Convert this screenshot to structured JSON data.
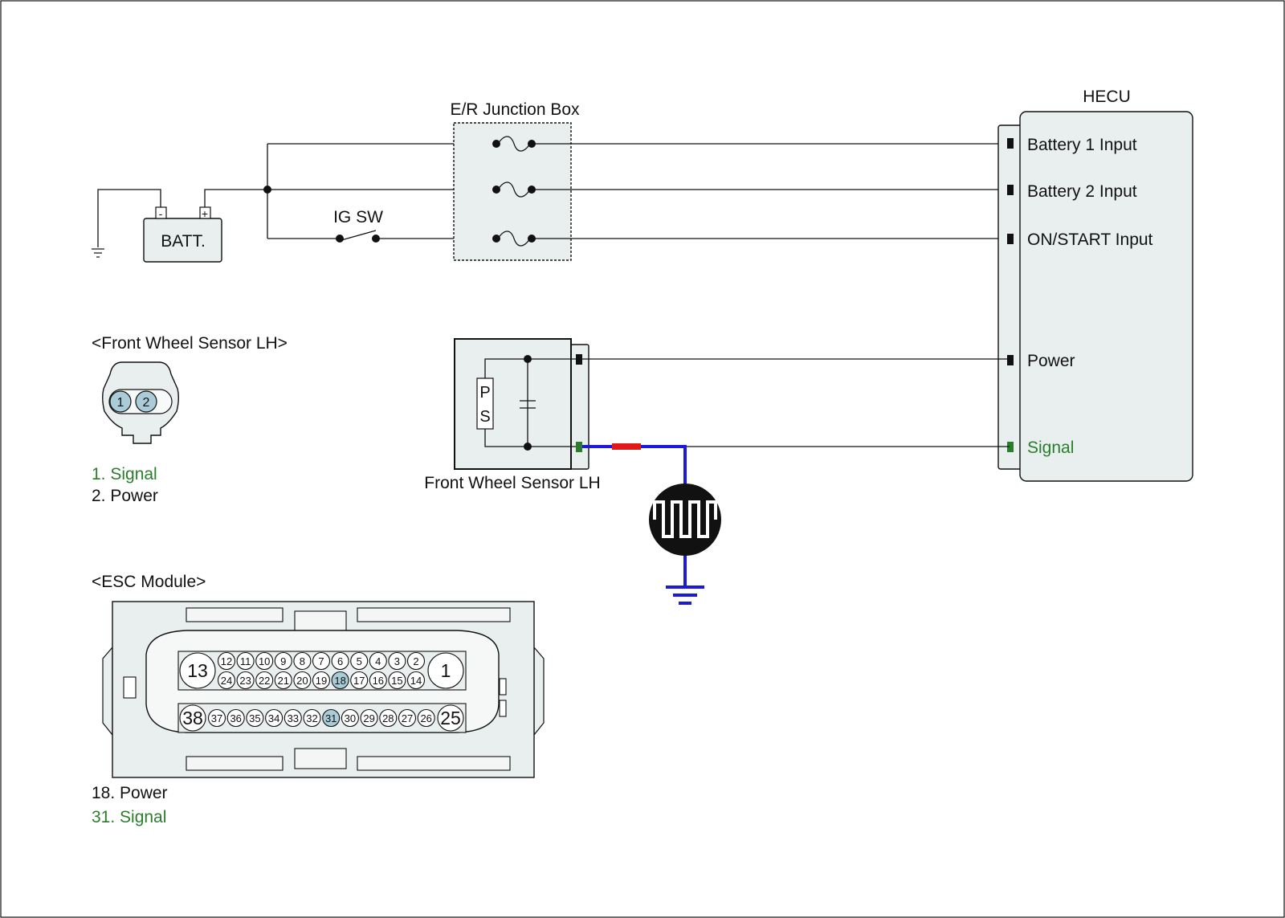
{
  "junction_box": {
    "title": "E/R Junction Box"
  },
  "hecu": {
    "title": "HECU",
    "pins": {
      "battery1": "Battery 1 Input",
      "battery2": "Battery 2 Input",
      "on_start": "ON/START Input",
      "power": "Power",
      "signal": "Signal"
    }
  },
  "battery": {
    "label": "BATT.",
    "neg": "-",
    "pos": "+"
  },
  "ig_switch": {
    "label": "IG SW"
  },
  "sensor": {
    "label": "Front Wheel Sensor LH",
    "element_p": "P",
    "element_s": "S"
  },
  "sensor_connector": {
    "title": "<Front Wheel Sensor LH>",
    "pins": [
      "1",
      "2"
    ],
    "legend": [
      {
        "text": "1. Signal",
        "color": "#2a7d2a"
      },
      {
        "text": "2. Power",
        "color": "#111111"
      }
    ]
  },
  "esc_connector": {
    "title": "<ESC Module>",
    "row1_large": [
      "13",
      "1"
    ],
    "row1_top": [
      "12",
      "11",
      "10",
      "9",
      "8",
      "7",
      "6",
      "5",
      "4",
      "3",
      "2"
    ],
    "row1_bottom": [
      "24",
      "23",
      "22",
      "21",
      "20",
      "19",
      "18",
      "17",
      "16",
      "15",
      "14"
    ],
    "row2_large": [
      "38",
      "25"
    ],
    "row2": [
      "37",
      "36",
      "35",
      "34",
      "33",
      "32",
      "31",
      "30",
      "29",
      "28",
      "27",
      "26"
    ],
    "highlighted": [
      "18",
      "31"
    ],
    "legend": [
      {
        "text": "18. Power",
        "color": "#111111"
      },
      {
        "text": "31. Signal",
        "color": "#2a7d2a"
      }
    ]
  },
  "colors": {
    "box_fill": "#e9eeef",
    "pin_highlight": "#a9ccd8",
    "signal_green": "#2a7d2a",
    "probe_blue": "#1a1ad8",
    "probe_red": "#e01818"
  },
  "icons": {
    "waveform": "square-wave-signal-icon",
    "ground": "ground-symbol-icon"
  }
}
